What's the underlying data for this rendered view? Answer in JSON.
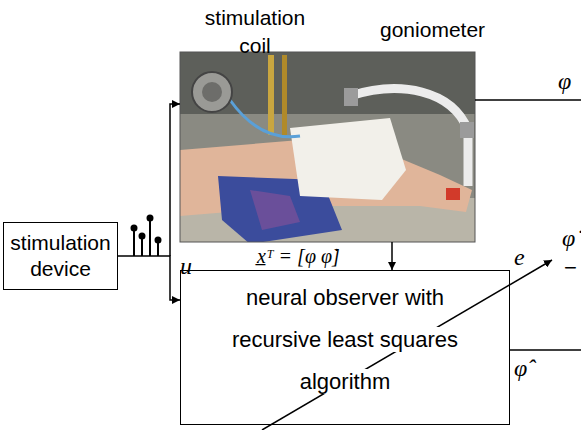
{
  "diagram": {
    "nodes": [
      {
        "text": [
          "stimulation device"
        ]
      },
      {
        "text": [
          "neural observer with recursive least squares algorithm"
        ]
      }
    ],
    "edges": [
      {
        "from": 0,
        "to": 1,
        "arrow": "to"
      }
    ],
    "labels": [
      "stimulation coil",
      "goniometer",
      "u",
      "φ",
      "x̲ᵀ = [φ φ̇]",
      "e",
      "φ̇",
      "−",
      "φ̂"
    ]
  }
}
